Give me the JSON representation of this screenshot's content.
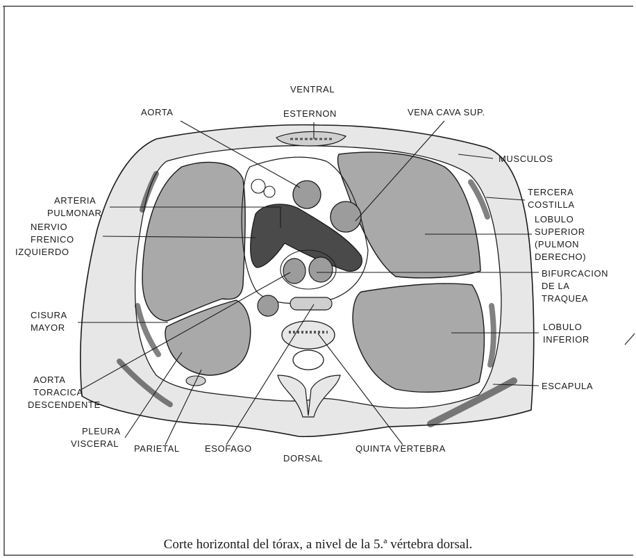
{
  "caption": "Corte horizontal del tórax, a nivel de la 5.ª vértebra dorsal.",
  "orientation": {
    "top": "VENTRAL",
    "bottom": "DORSAL"
  },
  "labels": {
    "aorta": "AORTA",
    "esternon": "ESTERNON",
    "vena_cava": "VENA CAVA SUP.",
    "musculos": "MUSCULOS",
    "arteria_pulmonar": [
      "ARTERIA",
      "PULMONAR"
    ],
    "tercera_costilla": [
      "TERCERA",
      "COSTILLA"
    ],
    "nervio_frenico": [
      "NERVIO",
      "FRENICO",
      "IZQUIERDO"
    ],
    "lobulo_superior": [
      "LOBULO",
      "SUPERIOR",
      "(PULMON",
      "DERECHO)"
    ],
    "bifurcacion": [
      "BIFURCACION",
      "DE LA",
      "TRAQUEA"
    ],
    "cisura_mayor": [
      "CISURA",
      "MAYOR"
    ],
    "lobulo_inferior": [
      "LOBULO",
      "INFERIOR"
    ],
    "aorta_toracica": [
      "AORTA",
      "TORACICA",
      "DESCENDENTE"
    ],
    "escapula": "ESCAPULA",
    "pleura_visceral": [
      "PLEURA",
      "VISCERAL"
    ],
    "parietal": "PARIETAL",
    "esofago": "ESOFAGO",
    "quinta_vertebra": "QUINTA VERTEBRA"
  },
  "colors": {
    "body_fill": "#e7e7e7",
    "lung_fill": "#a9a9a9",
    "vessel_fill": "#9c9c9c",
    "artery_dark": "#4a4a4a",
    "ink": "#1a1a1a"
  }
}
